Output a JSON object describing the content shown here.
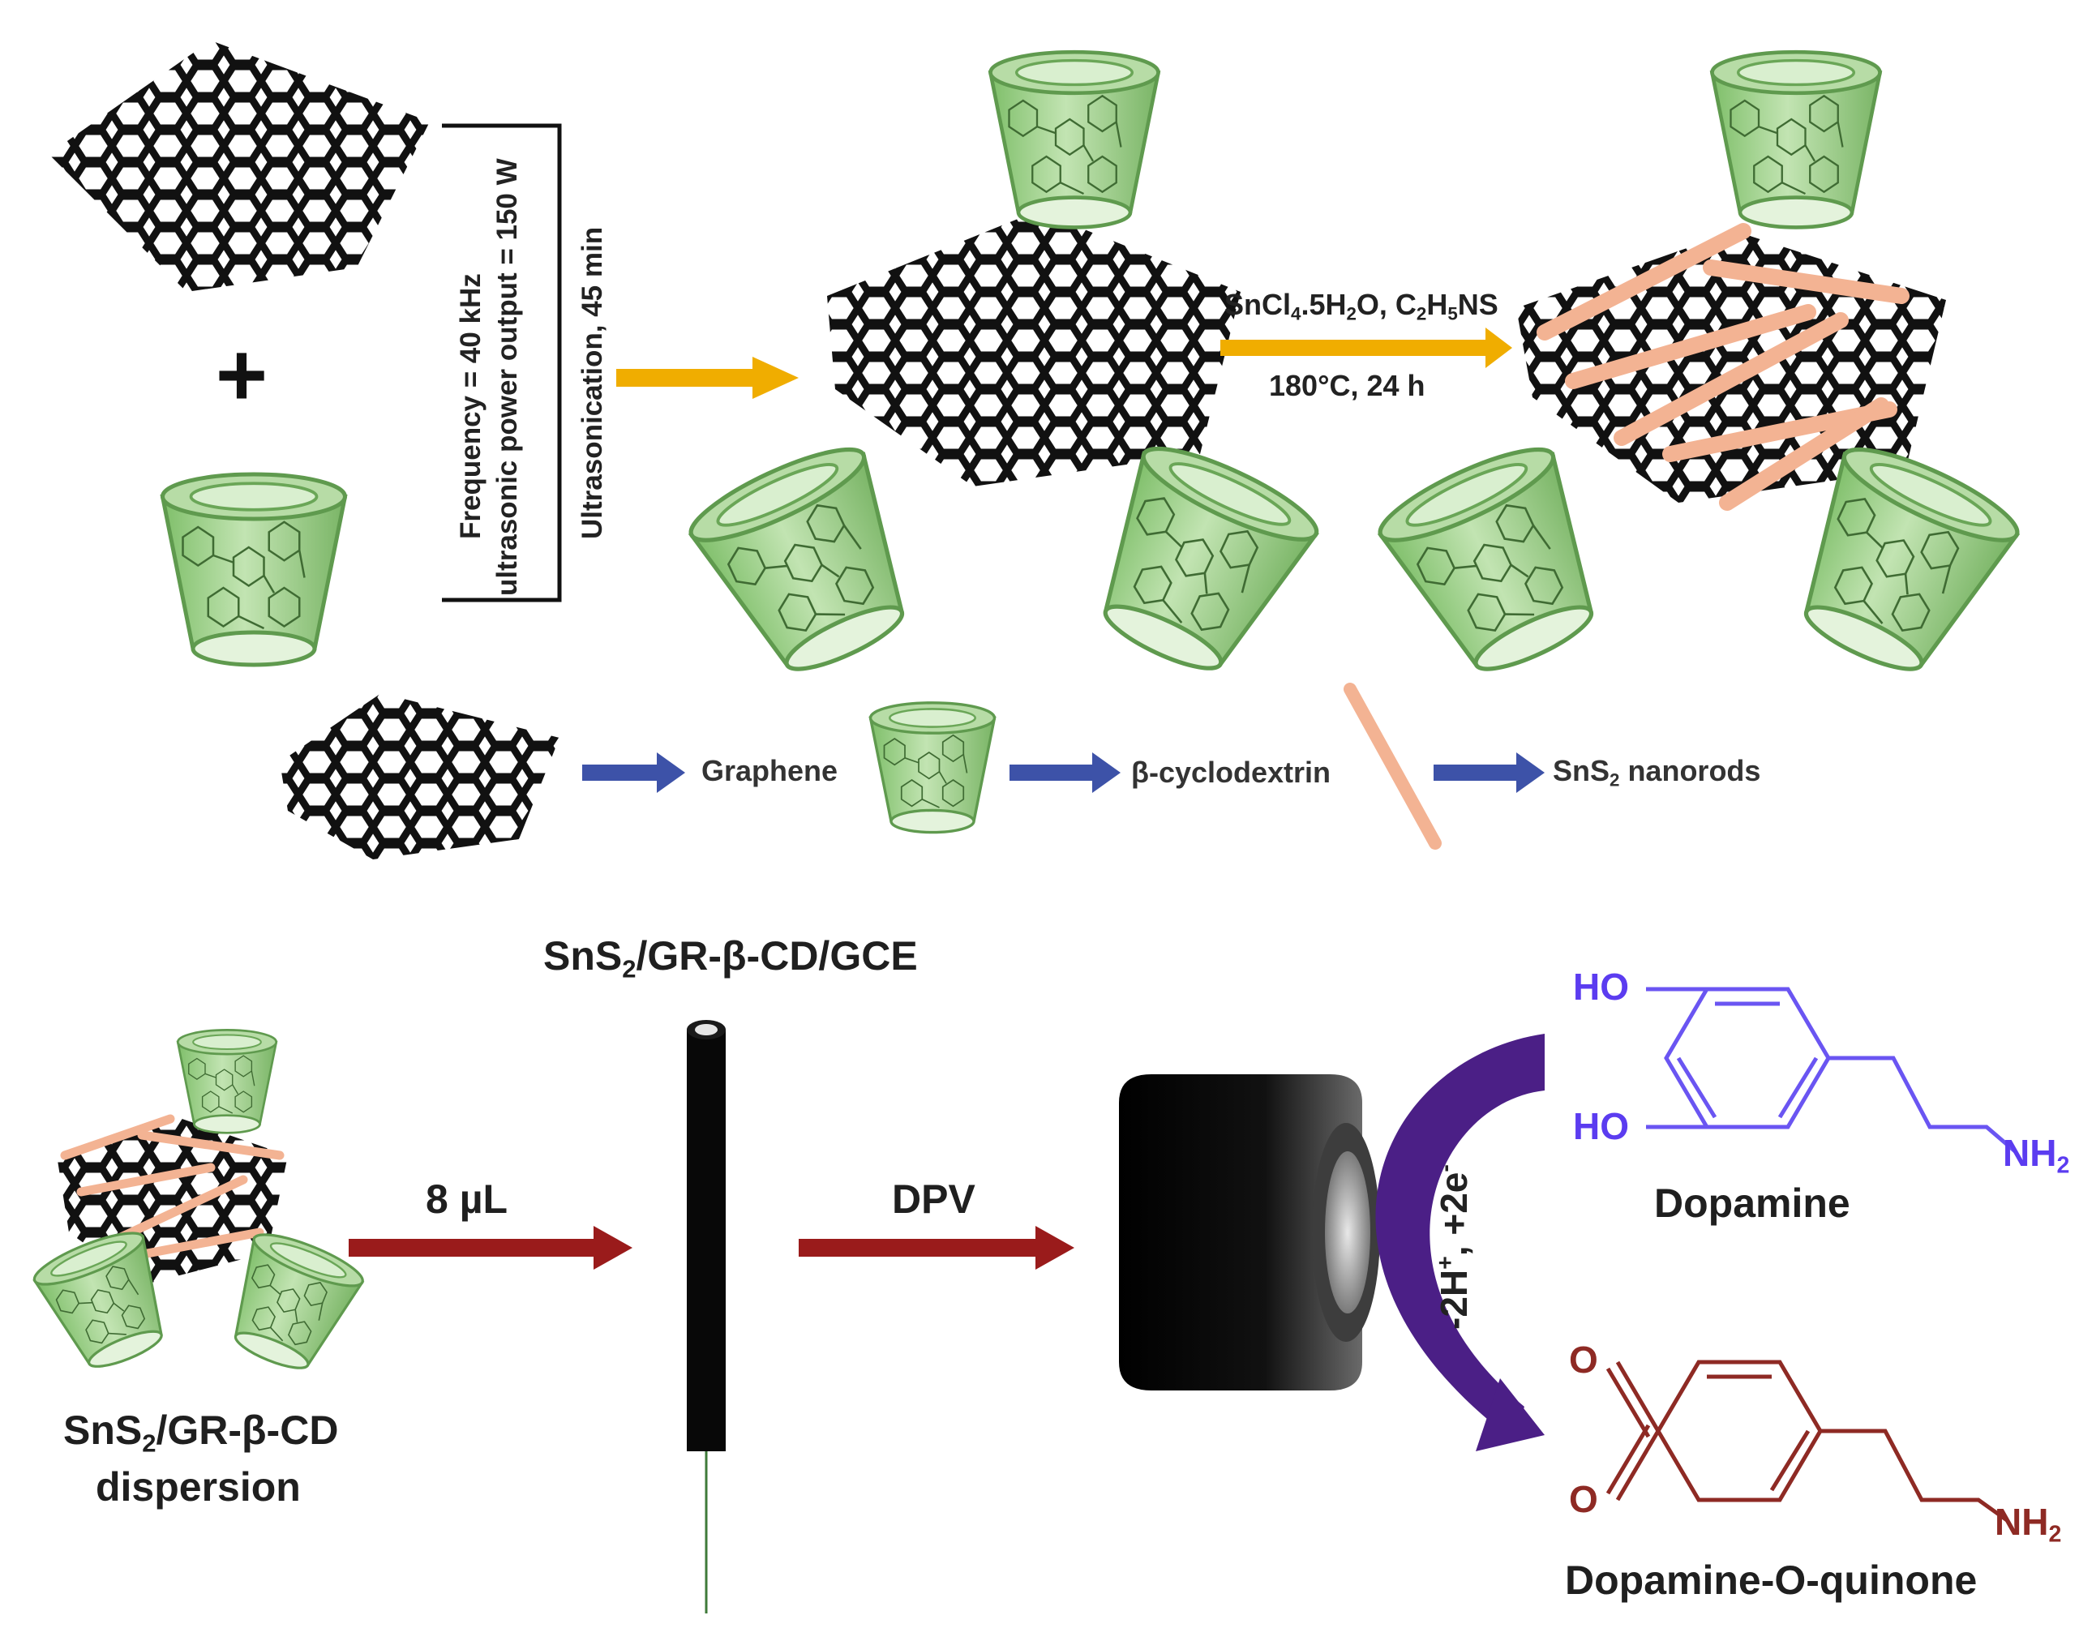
{
  "conditions": {
    "frequency": "Frequency = 40 kHz",
    "power": "ultrasonic power output = 150 W",
    "ultrasonication": "Ultrasonication, 45 min"
  },
  "reaction": {
    "reagents": [
      "SnCl",
      "4",
      ".5H",
      "2",
      "O, C",
      "2",
      "H",
      "5",
      "NS"
    ],
    "temperature": "180°C, 24 h"
  },
  "plus_sign": "+",
  "legend": {
    "graphene": "Graphene",
    "cyclodextrin": "β-cyclodextrin",
    "nanorods_prefix": "SnS",
    "nanorods_sub": "2",
    "nanorods_suffix": " nanorods"
  },
  "bottom": {
    "electrode_title_a": "SnS",
    "electrode_title_sub": "2",
    "electrode_title_b": "/GR-β-CD/GCE",
    "volume": "8 µL",
    "technique": "DPV",
    "dispersion_a": "SnS",
    "dispersion_sub": "2",
    "dispersion_b": "/GR-β-CD",
    "dispersion_line2": "dispersion",
    "electron_transfer": [
      "-2H",
      "+",
      ", +2e",
      "-"
    ]
  },
  "molecules": {
    "dopamine": {
      "name": "Dopamine",
      "ho1": "HO",
      "ho2": "HO",
      "nh2": "NH",
      "nh2_sub": "2"
    },
    "quinone": {
      "name": "Dopamine-O-quinone",
      "o1": "O",
      "o2": "O",
      "nh2": "NH",
      "nh2_sub": "2"
    }
  },
  "colors": {
    "cyclodextrin_fill": "#9ccc8a",
    "nanorod": "#f3b393",
    "arrow_yellow": "#f0ad00",
    "arrow_blue": "#3d52a8",
    "arrow_red": "#9a1b1b",
    "arrow_purple": "#4b1f86",
    "dopamine_line": "#6a55f2",
    "quinone_line": "#8e2a24"
  }
}
